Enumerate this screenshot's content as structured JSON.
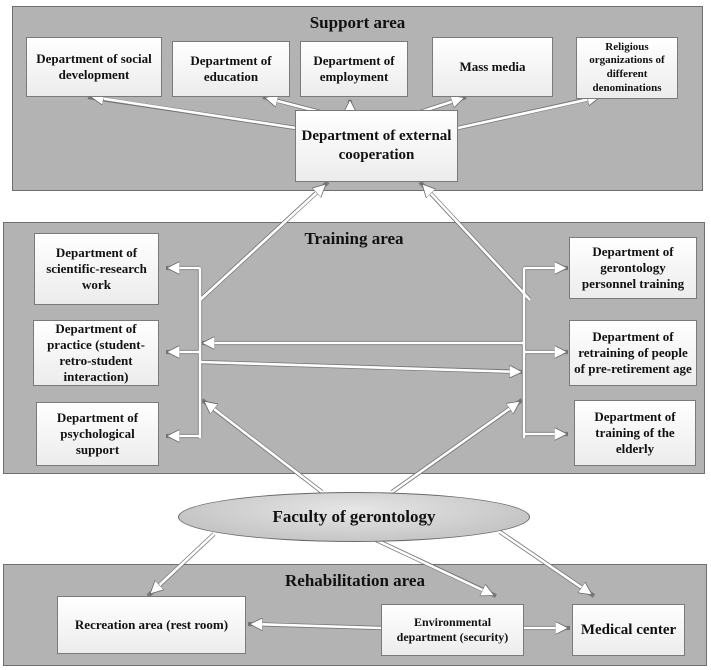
{
  "support": {
    "title": "Support area",
    "social": "Department of social development",
    "education": "Department of education",
    "employment": "Department of employment",
    "media": "Mass media",
    "religious": "Religious organizations of different denominations",
    "external": "Department of external cooperation"
  },
  "training": {
    "title": "Training area",
    "scientific": "Department of scientific-research work",
    "practice": "Department of practice (student-retro-student interaction)",
    "psychological": "Department of psychological support",
    "gerontology_training": "Department of gerontology personnel training",
    "retraining": "Department of retraining of people of pre-retirement age",
    "elderly": "Department of training of the elderly"
  },
  "faculty": "Faculty of gerontology",
  "rehab": {
    "title": "Rehabilitation area",
    "recreation": "Recreation area (rest room)",
    "environmental": "Environmental department (security)",
    "medical": "Medical center"
  }
}
